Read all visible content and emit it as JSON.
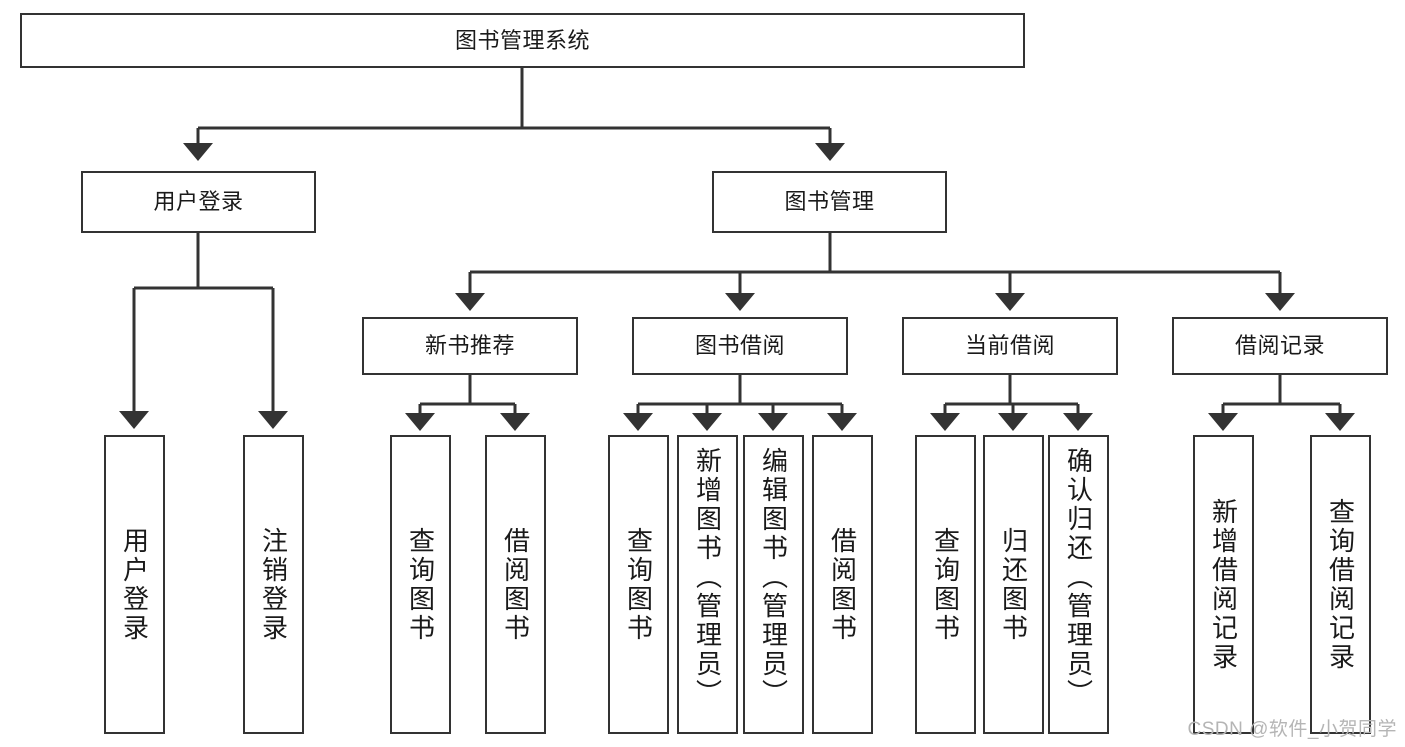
{
  "diagram": {
    "title": "图书管理系统",
    "type": "tree-hierarchy",
    "watermark": "CSDN @软件_小贺同学",
    "nodes": {
      "root": {
        "label": "图书管理系统",
        "level": 1,
        "orientation": "horizontal"
      },
      "user_login": {
        "label": "用户登录",
        "level": 2,
        "orientation": "horizontal"
      },
      "book_manage": {
        "label": "图书管理",
        "level": 2,
        "orientation": "horizontal"
      },
      "new_book_rec": {
        "label": "新书推荐",
        "level": 3,
        "orientation": "horizontal"
      },
      "book_borrow": {
        "label": "图书借阅",
        "level": 3,
        "orientation": "horizontal"
      },
      "current_borrow": {
        "label": "当前借阅",
        "level": 3,
        "orientation": "horizontal"
      },
      "borrow_record": {
        "label": "借阅记录",
        "level": 3,
        "orientation": "horizontal"
      },
      "leaf_user_login": {
        "label": "用户登录",
        "level": 4,
        "orientation": "vertical"
      },
      "leaf_logout": {
        "label": "注销登录",
        "level": 4,
        "orientation": "vertical"
      },
      "leaf_query_book_1": {
        "label": "查询图书",
        "level": 4,
        "orientation": "vertical"
      },
      "leaf_borrow_book_1": {
        "label": "借阅图书",
        "level": 4,
        "orientation": "vertical"
      },
      "leaf_query_book_2": {
        "label": "查询图书",
        "level": 4,
        "orientation": "vertical"
      },
      "leaf_add_book": {
        "label": "新增图书（管理员）",
        "level": 4,
        "orientation": "vertical"
      },
      "leaf_edit_book": {
        "label": "编辑图书（管理员）",
        "level": 4,
        "orientation": "vertical"
      },
      "leaf_borrow_book_2": {
        "label": "借阅图书",
        "level": 4,
        "orientation": "vertical"
      },
      "leaf_query_book_3": {
        "label": "查询图书",
        "level": 4,
        "orientation": "vertical"
      },
      "leaf_return_book": {
        "label": "归还图书",
        "level": 4,
        "orientation": "vertical"
      },
      "leaf_confirm_return": {
        "label": "确认归还（管理员）",
        "level": 4,
        "orientation": "vertical"
      },
      "leaf_add_record": {
        "label": "新增借阅记录",
        "level": 4,
        "orientation": "vertical"
      },
      "leaf_query_record": {
        "label": "查询借阅记录",
        "level": 4,
        "orientation": "vertical"
      }
    },
    "edges": [
      {
        "from": "root",
        "to": "user_login"
      },
      {
        "from": "root",
        "to": "book_manage"
      },
      {
        "from": "user_login",
        "to": "leaf_user_login"
      },
      {
        "from": "user_login",
        "to": "leaf_logout"
      },
      {
        "from": "book_manage",
        "to": "new_book_rec"
      },
      {
        "from": "book_manage",
        "to": "book_borrow"
      },
      {
        "from": "book_manage",
        "to": "current_borrow"
      },
      {
        "from": "book_manage",
        "to": "borrow_record"
      },
      {
        "from": "new_book_rec",
        "to": "leaf_query_book_1"
      },
      {
        "from": "new_book_rec",
        "to": "leaf_borrow_book_1"
      },
      {
        "from": "book_borrow",
        "to": "leaf_query_book_2"
      },
      {
        "from": "book_borrow",
        "to": "leaf_add_book"
      },
      {
        "from": "book_borrow",
        "to": "leaf_edit_book"
      },
      {
        "from": "book_borrow",
        "to": "leaf_borrow_book_2"
      },
      {
        "from": "current_borrow",
        "to": "leaf_query_book_3"
      },
      {
        "from": "current_borrow",
        "to": "leaf_return_book"
      },
      {
        "from": "current_borrow",
        "to": "leaf_confirm_return"
      },
      {
        "from": "borrow_record",
        "to": "leaf_add_record"
      },
      {
        "from": "borrow_record",
        "to": "leaf_query_record"
      }
    ],
    "colors": {
      "border": "#333333",
      "fill": "#ffffff",
      "text": "#1a1a1a",
      "connector": "#333333",
      "watermark": "#b5b5b5"
    }
  }
}
